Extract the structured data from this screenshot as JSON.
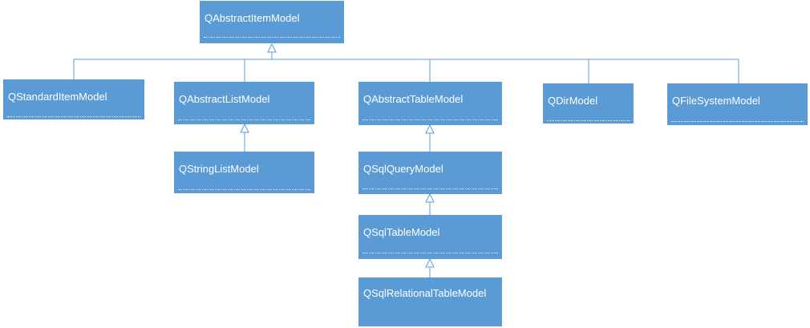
{
  "classes": {
    "qabstractitemmodel": "QAbstractItemModel",
    "qstandarditemmodel": "QStandardItemModel",
    "qabstractlistmodel": "QAbstractListModel",
    "qabstracttablemodel": "QAbstractTableModel",
    "qdirmodel": "QDirModel",
    "qfilesystemmodel": "QFileSystemModel",
    "qstringlistmodel": "QStringListModel",
    "qsqlquerymodel": "QSqlQueryModel",
    "qsqltablemodel": "QSqlTableModel",
    "qsqlrelationaltablemodel": "QSqlRelationalTableModel"
  },
  "relations": [
    {
      "child": "QStandardItemModel",
      "parent": "QAbstractItemModel"
    },
    {
      "child": "QAbstractListModel",
      "parent": "QAbstractItemModel"
    },
    {
      "child": "QAbstractTableModel",
      "parent": "QAbstractItemModel"
    },
    {
      "child": "QDirModel",
      "parent": "QAbstractItemModel"
    },
    {
      "child": "QFileSystemModel",
      "parent": "QAbstractItemModel"
    },
    {
      "child": "QStringListModel",
      "parent": "QAbstractListModel"
    },
    {
      "child": "QSqlQueryModel",
      "parent": "QAbstractTableModel"
    },
    {
      "child": "QSqlTableModel",
      "parent": "QSqlQueryModel"
    },
    {
      "child": "QSqlRelationalTableModel",
      "parent": "QSqlTableModel"
    }
  ],
  "colors": {
    "box_fill": "#5b9bd5",
    "connector": "#5b9bd5",
    "text": "#ffffff"
  }
}
